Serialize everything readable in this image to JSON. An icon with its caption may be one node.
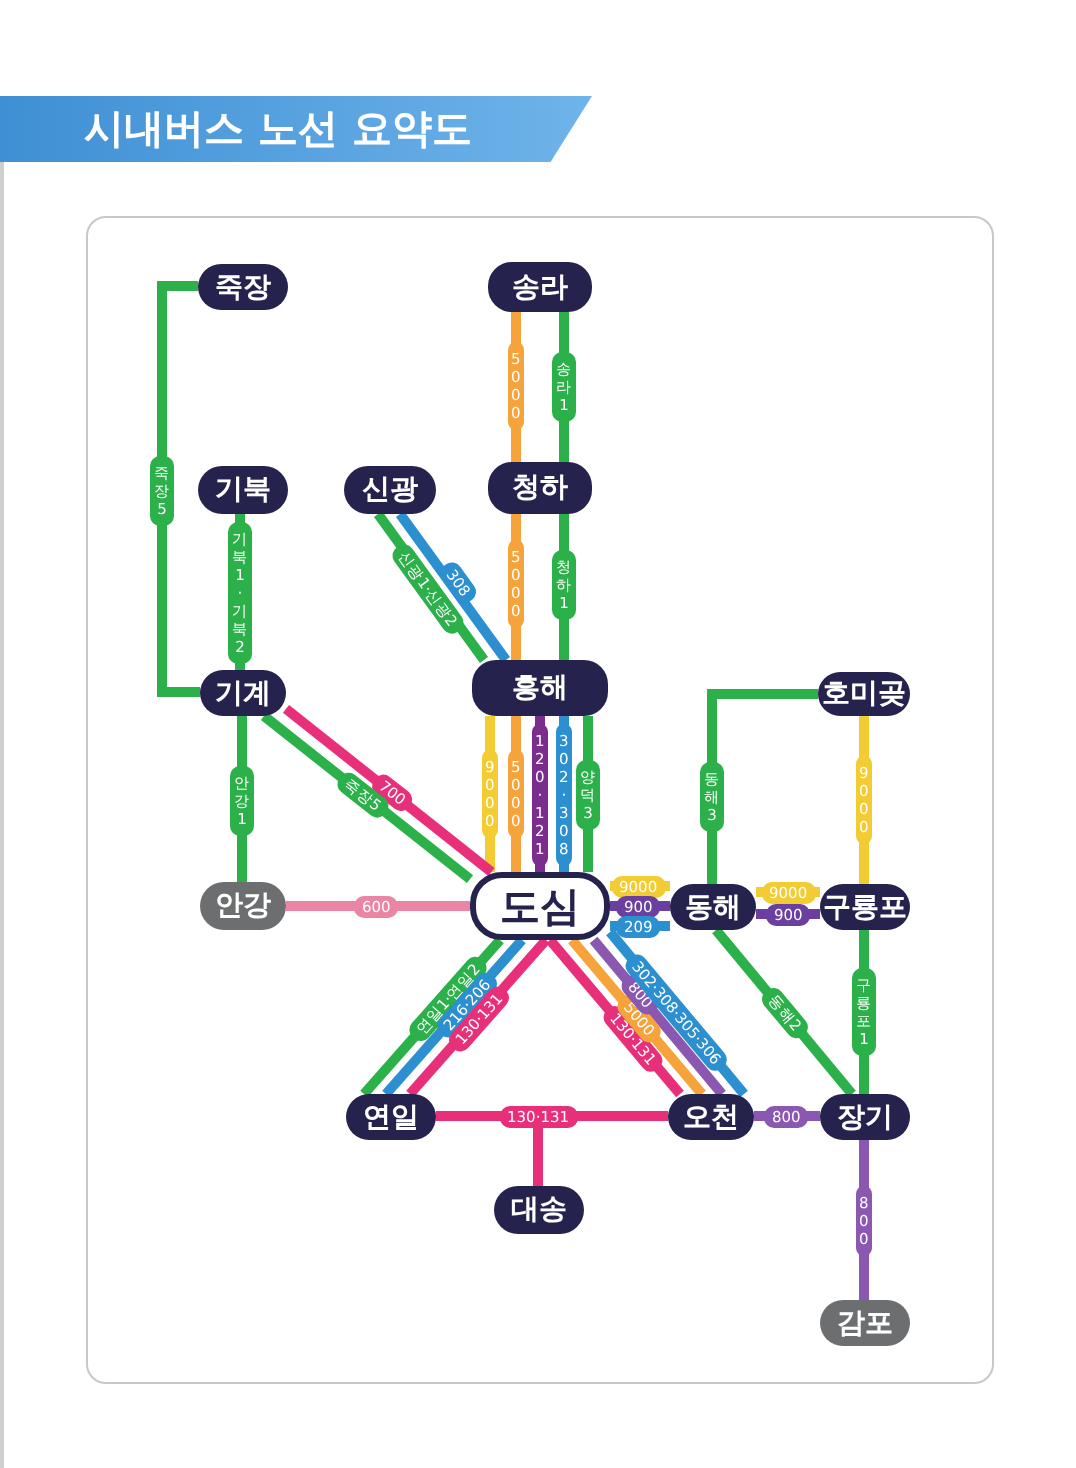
{
  "diagram": {
    "title": "시내버스 노선 요약도",
    "nodes": [
      {
        "text": [
          "죽장"
        ]
      },
      {
        "text": [
          "송라"
        ]
      },
      {
        "text": [
          "기북"
        ]
      },
      {
        "text": [
          "신광"
        ]
      },
      {
        "text": [
          "청하"
        ]
      },
      {
        "text": [
          "흥해"
        ]
      },
      {
        "text": [
          "기계"
        ]
      },
      {
        "text": [
          "호미곶"
        ]
      },
      {
        "text": [
          "안강"
        ]
      },
      {
        "text": [
          "도심"
        ]
      },
      {
        "text": [
          "동해"
        ]
      },
      {
        "text": [
          "구룡포"
        ]
      },
      {
        "text": [
          "연일"
        ]
      },
      {
        "text": [
          "오천"
        ]
      },
      {
        "text": [
          "장기"
        ]
      },
      {
        "text": [
          "대송"
        ]
      },
      {
        "text": [
          "감포"
        ]
      }
    ],
    "edges": [
      {
        "from": 0,
        "to": 6,
        "arrow": "none",
        "label": "죽장5"
      },
      {
        "from": 1,
        "to": 4,
        "arrow": "none",
        "label": "5000",
        "color": "#f5a33a"
      },
      {
        "from": 1,
        "to": 4,
        "arrow": "none",
        "label": "송라1"
      },
      {
        "from": 2,
        "to": 6,
        "arrow": "none",
        "label": "기북1·기북2"
      },
      {
        "from": 3,
        "to": 5,
        "arrow": "none",
        "label": "신광1·신광2"
      },
      {
        "from": 3,
        "to": 5,
        "arrow": "none",
        "label": "308",
        "color": "#2b8fd0"
      },
      {
        "from": 4,
        "to": 5,
        "arrow": "none",
        "label": "5000",
        "color": "#f5a33a"
      },
      {
        "from": 4,
        "to": 5,
        "arrow": "none",
        "label": "청하1"
      },
      {
        "from": 5,
        "to": 9,
        "arrow": "none",
        "label": "9000",
        "color": "#f2cc32"
      },
      {
        "from": 5,
        "to": 9,
        "arrow": "none",
        "label": "5000",
        "color": "#f5a33a"
      },
      {
        "from": 5,
        "to": 9,
        "arrow": "none",
        "label": "120·121",
        "color": "#7b2d8e"
      },
      {
        "from": 5,
        "to": 9,
        "arrow": "none",
        "label": "302·308",
        "color": "#2b8fd0"
      },
      {
        "from": 5,
        "to": 9,
        "arrow": "none",
        "label": "양덕3"
      },
      {
        "from": 6,
        "to": 9,
        "arrow": "none",
        "label": "700",
        "color": "#e8307a"
      },
      {
        "from": 6,
        "to": 9,
        "arrow": "none",
        "label": "죽장5"
      },
      {
        "from": 6,
        "to": 8,
        "arrow": "none",
        "label": "안강1"
      },
      {
        "from": 8,
        "to": 9,
        "arrow": "none",
        "label": "600",
        "color": "#ea86a4"
      },
      {
        "from": 9,
        "to": 10,
        "arrow": "none",
        "label": "9000",
        "color": "#f2cc32"
      },
      {
        "from": 9,
        "to": 10,
        "arrow": "none",
        "label": "900",
        "color": "#6b3fa0"
      },
      {
        "from": 9,
        "to": 10,
        "arrow": "none",
        "label": "209",
        "color": "#2b8fd0"
      },
      {
        "from": 7,
        "to": 10,
        "arrow": "none",
        "label": "동해3"
      },
      {
        "from": 7,
        "to": 11,
        "arrow": "none",
        "label": "9000",
        "color": "#f2cc32"
      },
      {
        "from": 10,
        "to": 11,
        "arrow": "none",
        "label": "9000",
        "color": "#f2cc32"
      },
      {
        "from": 10,
        "to": 11,
        "arrow": "none",
        "label": "900",
        "color": "#6b3fa0"
      },
      {
        "from": 10,
        "to": 14,
        "arrow": "none",
        "label": "동해2"
      },
      {
        "from": 11,
        "to": 14,
        "arrow": "none",
        "label": "구룡포1"
      },
      {
        "from": 9,
        "to": 12,
        "arrow": "none",
        "label": "연일1·연일2"
      },
      {
        "from": 9,
        "to": 12,
        "arrow": "none",
        "label": "216·206",
        "color": "#2b8fd0"
      },
      {
        "from": 9,
        "to": 12,
        "arrow": "none",
        "label": "130·131",
        "color": "#e8307a"
      },
      {
        "from": 9,
        "to": 13,
        "arrow": "none",
        "label": "130·131",
        "color": "#e8307a"
      },
      {
        "from": 9,
        "to": 13,
        "arrow": "none",
        "label": "5000",
        "color": "#f5a33a"
      },
      {
        "from": 9,
        "to": 13,
        "arrow": "none",
        "label": "800",
        "color": "#8a58b0"
      },
      {
        "from": 9,
        "to": 13,
        "arrow": "none",
        "label": "302·308·305·306",
        "color": "#2b8fd0"
      },
      {
        "from": 15,
        "to": 12,
        "arrow": "none",
        "label": "130·131",
        "color": "#e8307a"
      },
      {
        "from": 15,
        "to": 13,
        "arrow": "none",
        "color": "#e8307a"
      },
      {
        "from": 13,
        "to": 14,
        "arrow": "none",
        "label": "800",
        "color": "#8a58b0"
      },
      {
        "from": 14,
        "to": 16,
        "arrow": "none",
        "label": "800",
        "color": "#8a58b0"
      }
    ]
  }
}
